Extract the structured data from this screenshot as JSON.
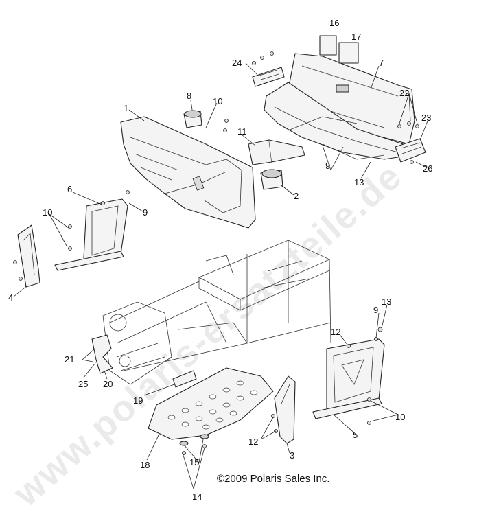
{
  "watermark": "www.polaris-ersatzteile.de",
  "copyright": "©2009 Polaris Sales Inc.",
  "callouts": {
    "c1": "1",
    "c2": "2",
    "c3": "3",
    "c4": "4",
    "c5": "5",
    "c6": "6",
    "c7": "7",
    "c8": "8",
    "c9a": "9",
    "c9b": "9",
    "c9c": "9",
    "c10a": "10",
    "c10b": "10",
    "c10c": "10",
    "c11": "11",
    "c12a": "12",
    "c12b": "12",
    "c13a": "13",
    "c13b": "13",
    "c14": "14",
    "c15": "15",
    "c16": "16",
    "c17": "17",
    "c18": "18",
    "c19": "19",
    "c20": "20",
    "c21": "21",
    "c22": "22",
    "c23": "23",
    "c24": "24",
    "c25": "25",
    "c26": "26"
  }
}
